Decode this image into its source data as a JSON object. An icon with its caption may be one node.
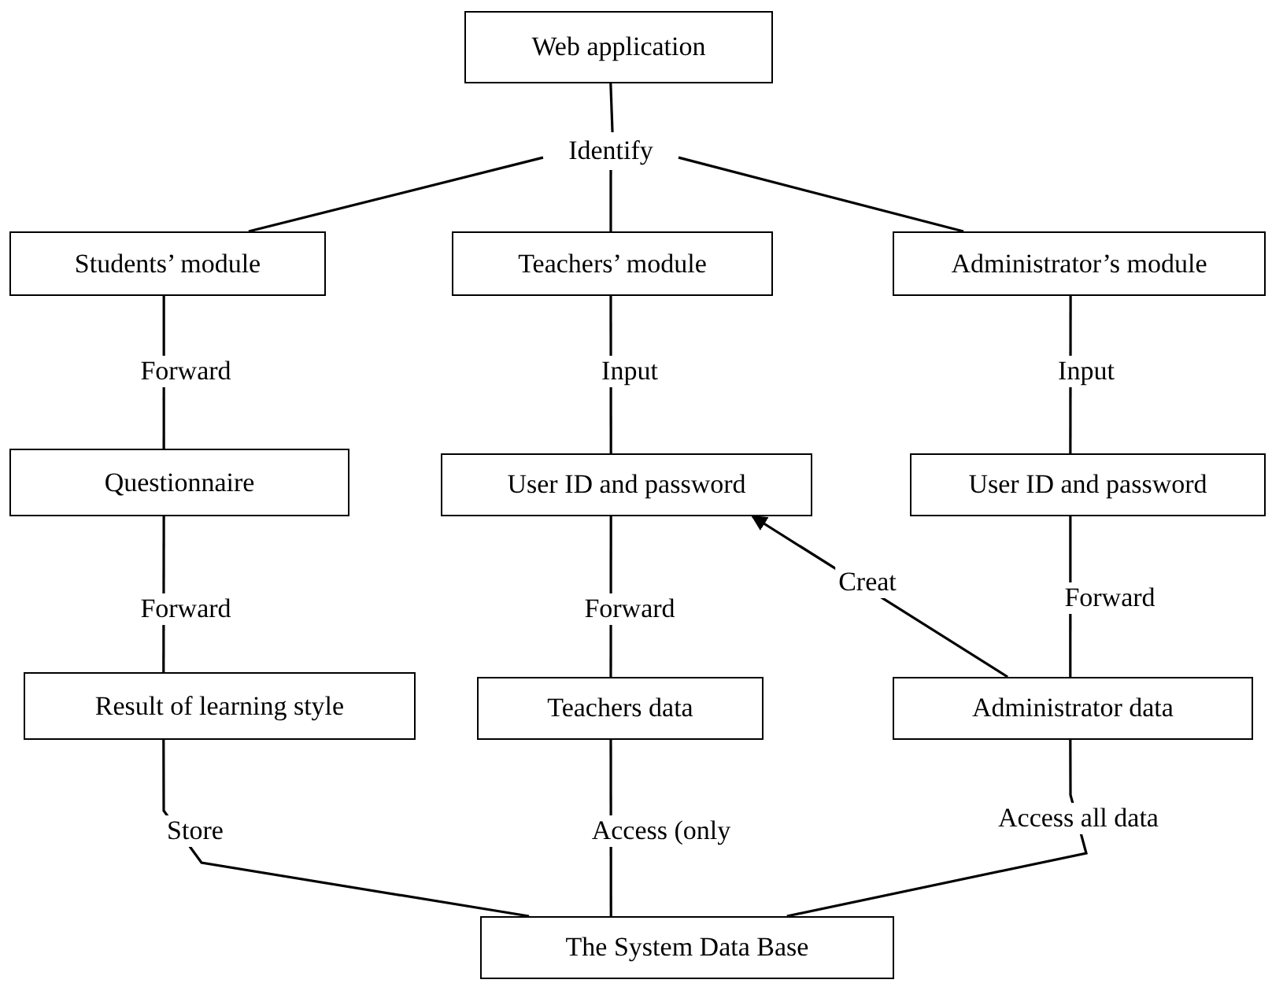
{
  "diagram": {
    "nodes": [
      {
        "text": [
          "Web application"
        ]
      },
      {
        "text": [
          "Identify"
        ]
      },
      {
        "text": [
          "Students’ module"
        ]
      },
      {
        "text": [
          "Teachers’ module"
        ]
      },
      {
        "text": [
          "Administrator’s module"
        ]
      },
      {
        "text": [
          "Questionnaire"
        ]
      },
      {
        "text": [
          "User ID and password"
        ]
      },
      {
        "text": [
          "User ID and password"
        ]
      },
      {
        "text": [
          "Result of learning style"
        ]
      },
      {
        "text": [
          "Teachers data"
        ]
      },
      {
        "text": [
          "Administrator data"
        ]
      },
      {
        "text": [
          "The System Data Base"
        ]
      }
    ],
    "edges": [
      {
        "from": 0,
        "to": 1,
        "arrow": "none"
      },
      {
        "from": 1,
        "to": 2,
        "arrow": "none"
      },
      {
        "from": 1,
        "to": 3,
        "arrow": "none"
      },
      {
        "from": 1,
        "to": 4,
        "arrow": "none"
      },
      {
        "from": 2,
        "to": 5,
        "arrow": "none",
        "label": "Forward"
      },
      {
        "from": 3,
        "to": 6,
        "arrow": "none",
        "label": "Input"
      },
      {
        "from": 4,
        "to": 7,
        "arrow": "none",
        "label": "Input"
      },
      {
        "from": 5,
        "to": 8,
        "arrow": "none",
        "label": "Forward"
      },
      {
        "from": 6,
        "to": 9,
        "arrow": "none",
        "label": "Forward"
      },
      {
        "from": 7,
        "to": 10,
        "arrow": "none",
        "label": "Forward"
      },
      {
        "from": 10,
        "to": 6,
        "arrow": "to",
        "label": "Creat"
      },
      {
        "from": 8,
        "to": 11,
        "arrow": "none",
        "label": "Store"
      },
      {
        "from": 9,
        "to": 11,
        "arrow": "none",
        "label": "Access (only"
      },
      {
        "from": 10,
        "to": 11,
        "arrow": "none",
        "label": "Access all data"
      }
    ]
  }
}
